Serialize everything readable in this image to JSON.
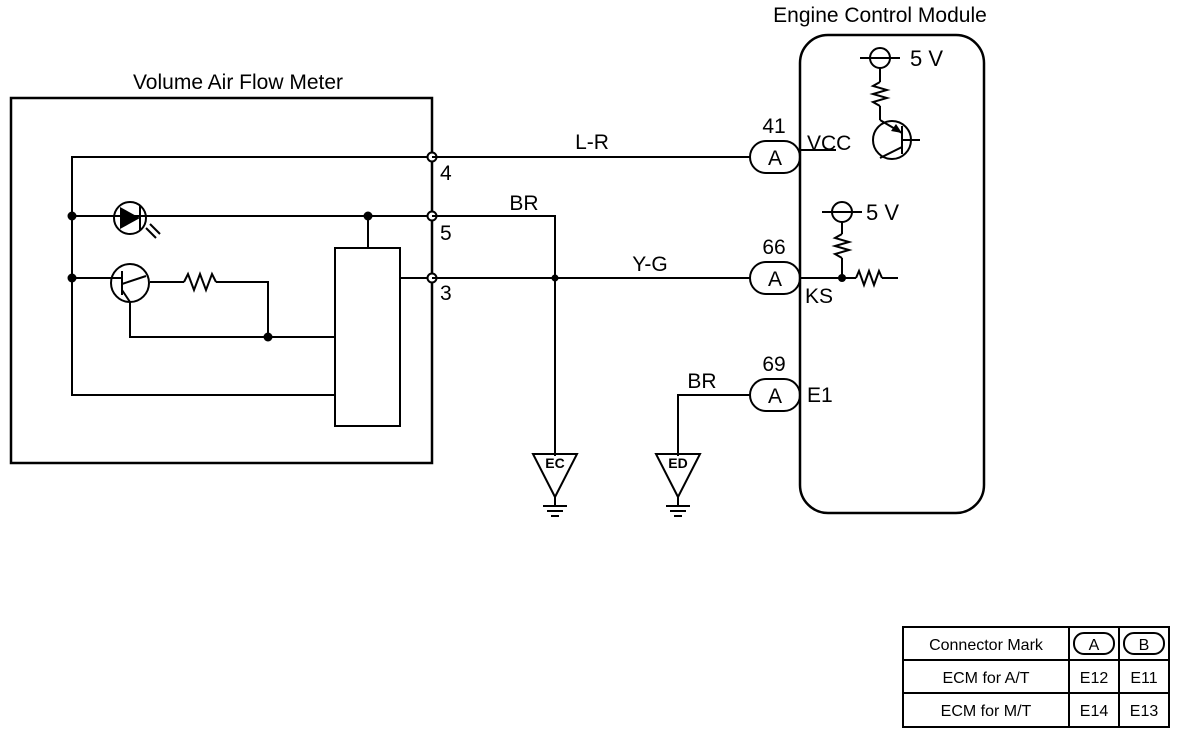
{
  "vaf": {
    "title": "Volume Air Flow Meter",
    "terminals": {
      "t4": "4",
      "t5": "5",
      "t3": "3"
    }
  },
  "ecm": {
    "title": "Engine Control Module",
    "supply_top": "5 V",
    "supply_mid": "5 V",
    "pins": {
      "p41": "41",
      "p66": "66",
      "p69": "69",
      "vcc": "VCC",
      "ks": "KS",
      "e1": "E1",
      "connector": "A"
    }
  },
  "wires": {
    "lr": "L-R",
    "br_top": "BR",
    "yg": "Y-G",
    "br_bottom": "BR"
  },
  "grounds": {
    "ec": "EC",
    "ed": "ED"
  },
  "connector_table": {
    "header": "Connector Mark",
    "col_a": "A",
    "col_b": "B",
    "rows": [
      {
        "label": "ECM for A/T",
        "a": "E12",
        "b": "E11"
      },
      {
        "label": "ECM for M/T",
        "a": "E14",
        "b": "E13"
      }
    ]
  }
}
